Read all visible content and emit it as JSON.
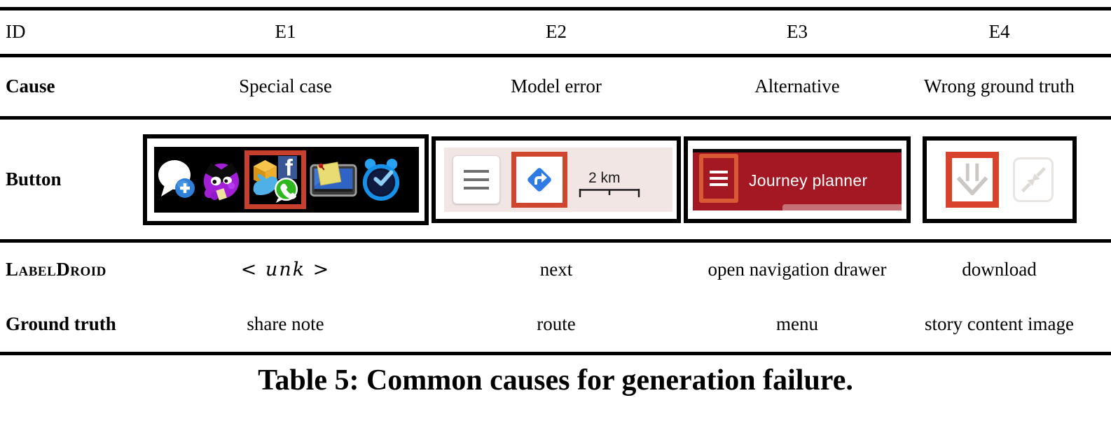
{
  "table": {
    "caption": "Table 5: Common causes for generation failure.",
    "rows": {
      "id": {
        "label": "ID",
        "values": [
          "E1",
          "E2",
          "E3",
          "E4"
        ]
      },
      "cause": {
        "label": "Cause",
        "values": [
          "Special case",
          "Model error",
          "Alternative",
          "Wrong ground truth"
        ]
      },
      "button": {
        "label": "Button"
      },
      "labeldroid": {
        "label": "LabelDroid",
        "values": [
          "< unk >",
          "next",
          "open navigation drawer",
          "download"
        ]
      },
      "ground_truth": {
        "label": "Ground truth",
        "values": [
          "share note",
          "route",
          "menu",
          "story content image"
        ]
      }
    }
  },
  "buttons": {
    "highlight_color": "#d0452e",
    "e1": {
      "description": "black app toolbar with five share icons",
      "icons": [
        "chat-add-icon",
        "monster-avatar-icon",
        "social-share-group-icon",
        "sticky-note-icon",
        "alarm-clock-icon"
      ],
      "highlighted_icon": "social-share-group-icon",
      "facebook_letter": "f"
    },
    "e2": {
      "description": "map UI with menu card and directions card",
      "icons": [
        "hamburger-menu-icon",
        "directions-icon"
      ],
      "highlighted_icon": "directions-icon",
      "scale_label": "2 km",
      "panel_color": "#f2e6e5",
      "directions_blue": "#2e7be5"
    },
    "e3": {
      "description": "red app bar with navigation drawer button",
      "icons": [
        "hamburger-menu-icon"
      ],
      "highlighted_icon": "hamburger-menu-icon",
      "title": "Journey planner",
      "bar_color": "#a31823"
    },
    "e4": {
      "description": "white toolbar with download and collapse icons",
      "icons": [
        "download-icon",
        "collapse-icon"
      ],
      "highlighted_icon": "download-icon"
    }
  }
}
